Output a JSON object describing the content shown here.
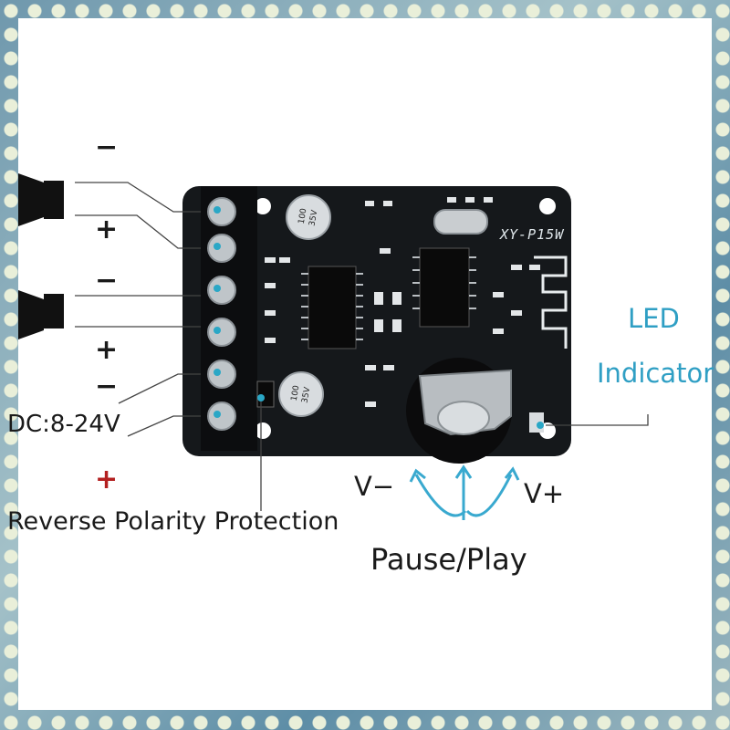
{
  "image": {
    "kind": "product-photo",
    "subject": "XY-P15W bluetooth amplifier board",
    "colors": {
      "pcb": "#15181b",
      "accent": "#2aa7c6",
      "line": "#444444",
      "plus_red": "#b32020"
    }
  },
  "board": {
    "model": "XY-P15W",
    "cap_value": "100",
    "cap_voltage": "35V"
  },
  "labels": {
    "minus_1": "−",
    "plus_1": "+",
    "minus_2": "−",
    "plus_2": "+",
    "minus_3": "−",
    "dc_voltage": "DC:8-24V",
    "plus_3": "+",
    "reverse_polarity": "Reverse Polarity Protection",
    "led_line1": "LED",
    "led_line2": "Indicator",
    "v_minus": "V−",
    "v_plus": "V+",
    "pause_play": "Pause/Play"
  }
}
